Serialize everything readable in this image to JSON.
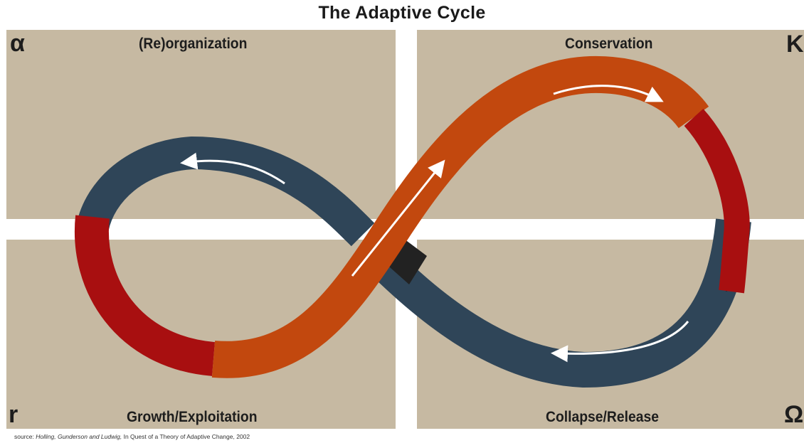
{
  "title": "The Adaptive Cycle",
  "quadrants": {
    "top_left": {
      "symbol": "α",
      "label": "(Re)organization"
    },
    "top_right": {
      "symbol": "K",
      "label": "Conservation"
    },
    "bottom_left": {
      "symbol": "r",
      "label": "Growth/Exploitation"
    },
    "bottom_right": {
      "symbol": "Ω",
      "label": "Collapse/Release"
    }
  },
  "source": {
    "prefix": "source: ",
    "authors": "Holling, Gunderson and Ludwig,",
    "title": " In Quest of a Theory of Adaptive Change, 2002"
  },
  "colors": {
    "background_panel": "#c6b9a2",
    "orange_band": "#c2480e",
    "red_band": "#a80f10",
    "blue_band": "#2f4558",
    "dark_crossing": "#222222",
    "arrow": "#ffffff"
  }
}
